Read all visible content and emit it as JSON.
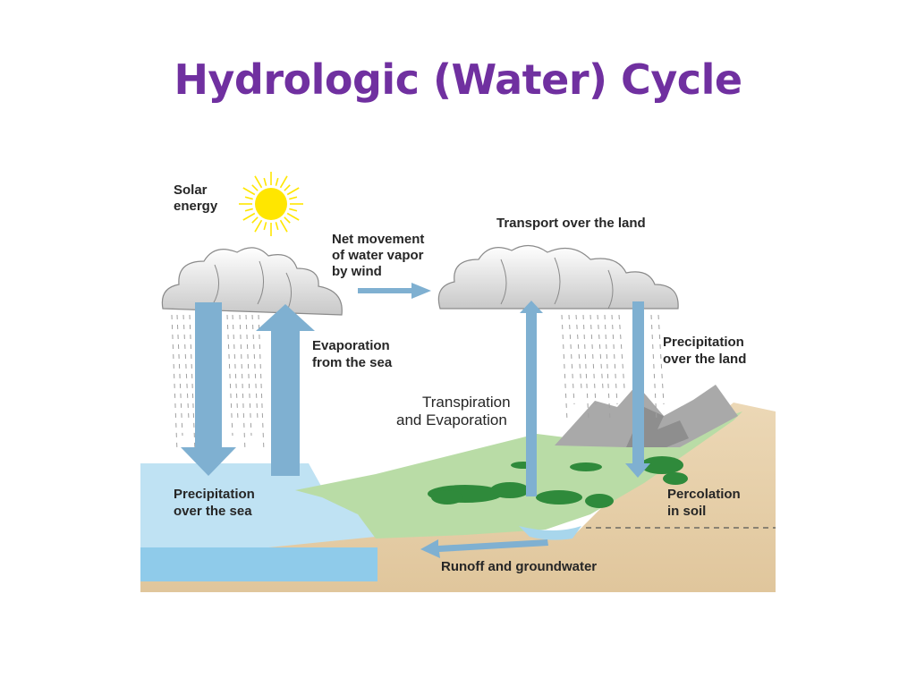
{
  "title": "Hydrologic (Water) Cycle",
  "colors": {
    "title": "#7030a0",
    "arrow": "#7fb0d1",
    "sea": "#bfe2f3",
    "deep_sea": "#8fcbea",
    "land_green": "#b9dca6",
    "soil": "#e8d2ae",
    "mountain": "#a9a9a9",
    "sun": "#ffe600",
    "tree": "#2f8a3b"
  },
  "labels": {
    "solar_energy": [
      "Solar",
      "energy"
    ],
    "net_movement": [
      "Net movement",
      "of water vapor",
      "by wind"
    ],
    "transport": "Transport over the land",
    "evaporation": [
      "Evaporation",
      "from the sea"
    ],
    "precip_land": [
      "Precipitation",
      "over the land"
    ],
    "transpiration": [
      "Transpiration",
      "and Evaporation"
    ],
    "precip_sea": [
      "Precipitation",
      "over the sea"
    ],
    "percolation": [
      "Percolation",
      "in soil"
    ],
    "runoff": "Runoff and groundwater"
  }
}
